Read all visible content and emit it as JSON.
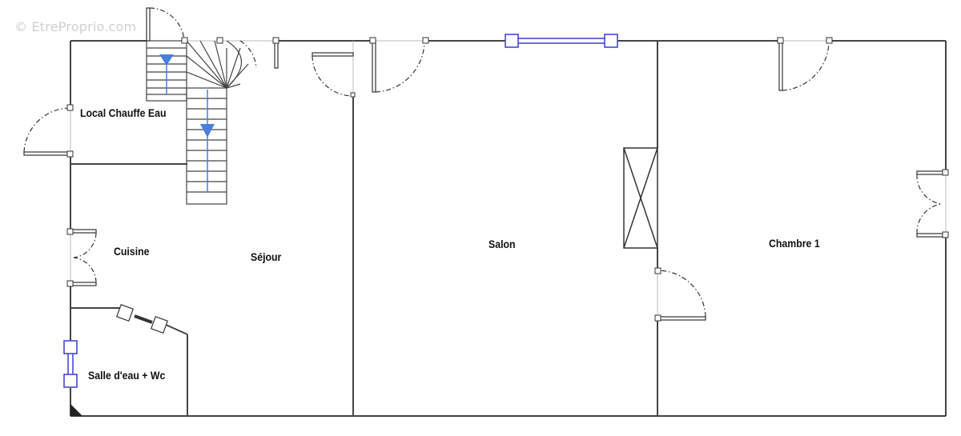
{
  "watermark": "© EtreProprio.com",
  "rooms": {
    "local": "Local Chauffe Eau",
    "cuisine": "Cuisine",
    "sejour": "Séjour",
    "salon": "Salon",
    "chambre": "Chambre 1",
    "salle": "Salle d'eau + Wc"
  },
  "colors": {
    "wall": "#444444",
    "window": "#3b3bd6",
    "stair_arrow": "#4a7fdc"
  }
}
